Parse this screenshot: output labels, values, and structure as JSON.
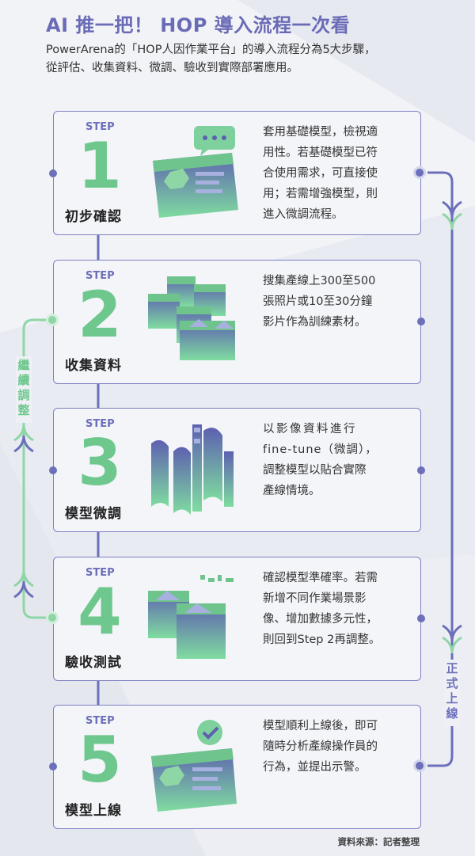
{
  "header": {
    "title": "AI 推一把！ HOP 導入流程一次看",
    "subtitle_lines": [
      "PowerArena的「HOP人因作業平台」的導入流程分為5大步驟，",
      "從評估、收集資料、微調、驗收到實際部署應用。"
    ]
  },
  "steps": [
    {
      "label": "STEP",
      "number": "1",
      "name": "初步確認",
      "desc": [
        "套用基礎模型，檢視適",
        "用性。若基礎模型已符",
        "合使用需求，可直接使",
        "用；若需增強模型，則",
        "進入微調流程。"
      ]
    },
    {
      "label": "STEP",
      "number": "2",
      "name": "收集資料",
      "desc": [
        "搜集產線上300至500",
        "張照片或10至30分鐘",
        "影片作為訓練素材。"
      ]
    },
    {
      "label": "STEP",
      "number": "3",
      "name": "模型微調",
      "desc": [
        "以影像資料進行",
        "fine-tune（微調），",
        "調整模型以貼合實際",
        "產線情境。"
      ]
    },
    {
      "label": "STEP",
      "number": "4",
      "name": "驗收測試",
      "desc": [
        "確認模型準確率。若需",
        "新增不同作業場景影",
        "像、增加數據多元性，",
        "則回到Step 2再調整。"
      ]
    },
    {
      "label": "STEP",
      "number": "5",
      "name": "模型上線",
      "desc": [
        "模型順利上線後，即可",
        "隨時分析產線操作員的",
        "行為，並提出示警。"
      ]
    }
  ],
  "side_labels": {
    "left": [
      "繼",
      "續",
      "調",
      "整"
    ],
    "right": [
      "正",
      "式",
      "上",
      "線"
    ]
  },
  "source": "資料來源：記者整理",
  "colors": {
    "purple": "#6c6fba",
    "green": "#6ec88e",
    "background": "#eef0f5"
  },
  "icons": [
    "chat-bubble-hexagon-card-icon",
    "photo-stack-icon",
    "film-strip-icon",
    "images-edit-icon",
    "approved-hexagon-card-icon"
  ]
}
